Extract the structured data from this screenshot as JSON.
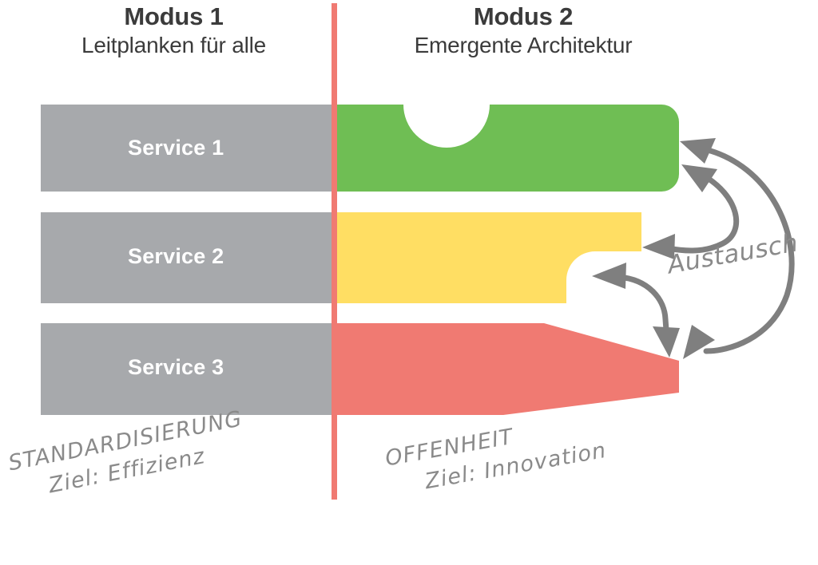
{
  "diagram": {
    "title_hidden": "Bimodale IT Modus 1 / Modus 2",
    "divider": {
      "color": "#F07A72"
    },
    "columns": [
      {
        "id": "modus-1",
        "title": "Modus 1",
        "subtitle": "Leitplanken für alle",
        "annotation_top": "STANDARDISIERUNG",
        "annotation_bottom": "Ziel: Effizienz"
      },
      {
        "id": "modus-2",
        "title": "Modus 2",
        "subtitle": "Emergente Architektur",
        "annotation_top": "OFFENHEIT",
        "annotation_bottom": "Ziel: Innovation"
      }
    ],
    "services": [
      {
        "label": "Service 1",
        "left_color": "#A7A9AC",
        "right_color": "#6FBE54",
        "shape": "rounded-with-notch"
      },
      {
        "label": "Service 2",
        "left_color": "#A7A9AC",
        "right_color": "#FFDE63",
        "shape": "stepped"
      },
      {
        "label": "Service 3",
        "left_color": "#A7A9AC",
        "right_color": "#F07A72",
        "shape": "tapered-arrow"
      }
    ],
    "exchange": {
      "label": "Austausch",
      "arrow_color": "#7F7F7F",
      "arrow_count": 2,
      "arrow_style": "double-headed-curved"
    }
  }
}
